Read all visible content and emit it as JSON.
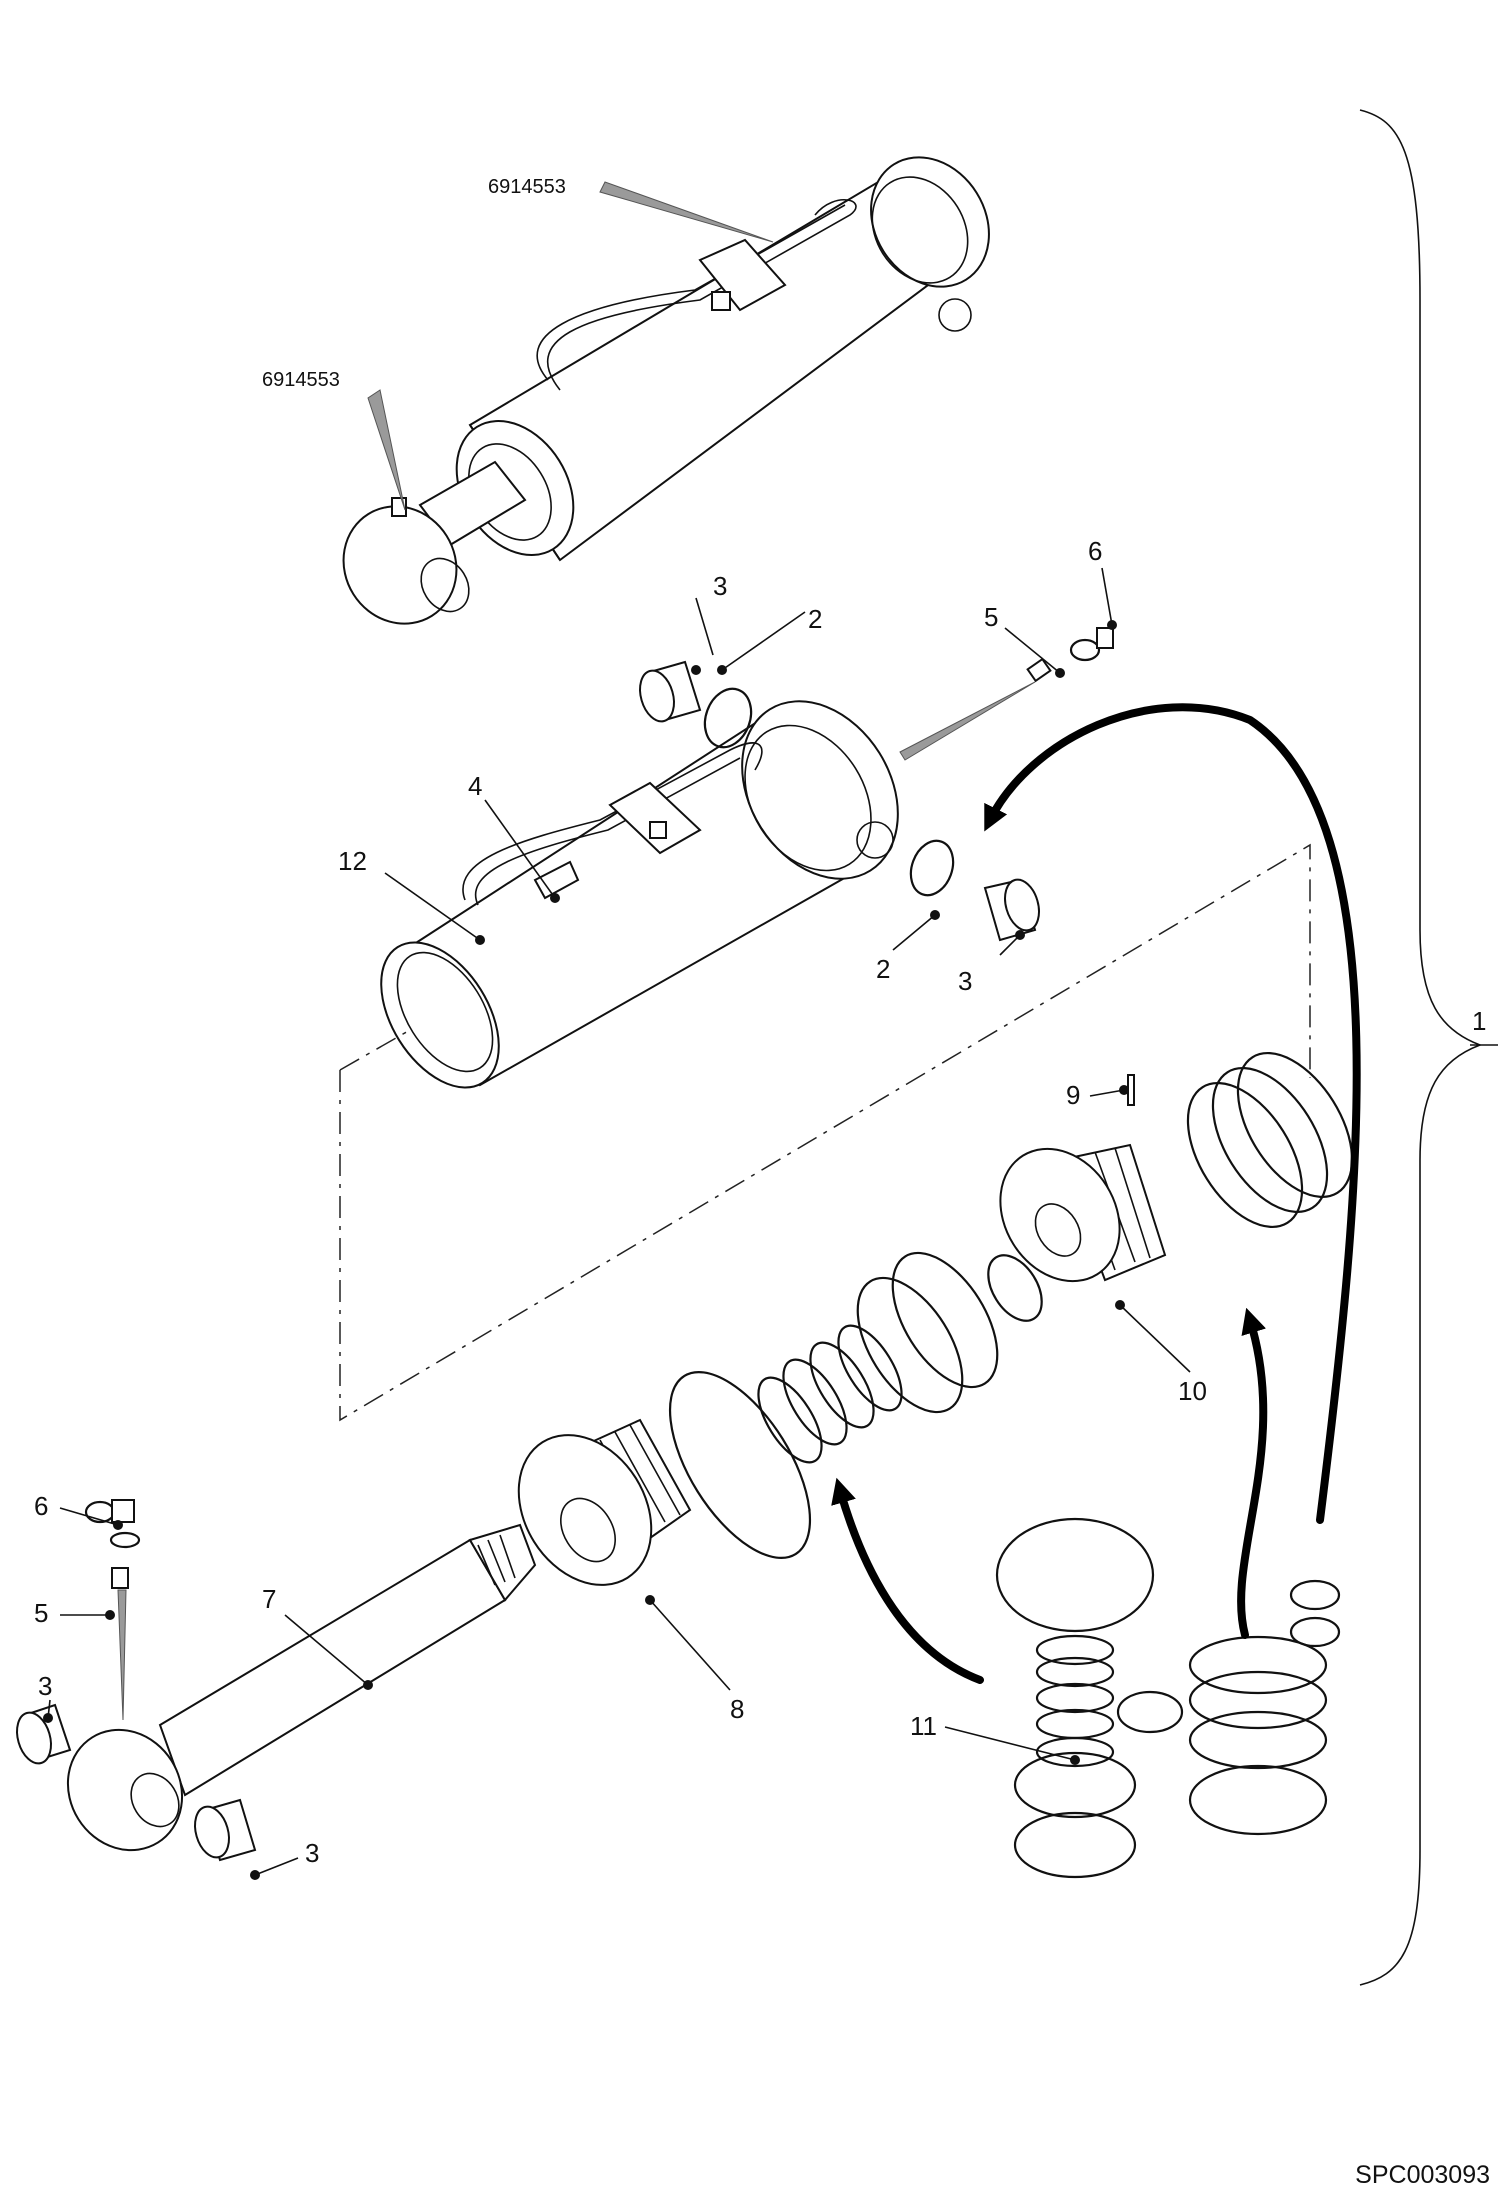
{
  "reference_labels": [
    "6914553",
    "6914553"
  ],
  "callouts": {
    "c1": "1",
    "c2a": "2",
    "c2b": "2",
    "c3a": "3",
    "c3b": "3",
    "c3c": "3",
    "c3d": "3",
    "c4": "4",
    "c5a": "5",
    "c5b": "5",
    "c6a": "6",
    "c6b": "6",
    "c7": "7",
    "c8": "8",
    "c9": "9",
    "c10": "10",
    "c11": "11",
    "c12": "12"
  },
  "drawing_code": "SPC003093"
}
